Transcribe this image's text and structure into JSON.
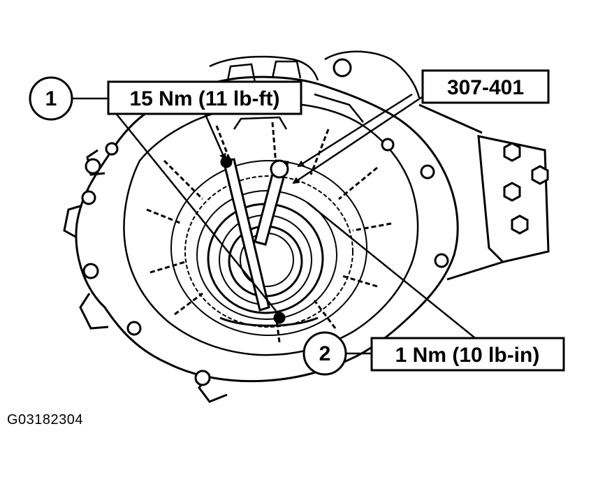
{
  "callouts": [
    {
      "number": "1",
      "label": "15 Nm (11 lb-ft)"
    },
    {
      "number": "2",
      "label": "1 Nm (10 lb-in)"
    }
  ],
  "tool_label": "307-401",
  "figure_id": "G03182304",
  "colors": {
    "ink": "#000000",
    "paper": "#ffffff"
  }
}
